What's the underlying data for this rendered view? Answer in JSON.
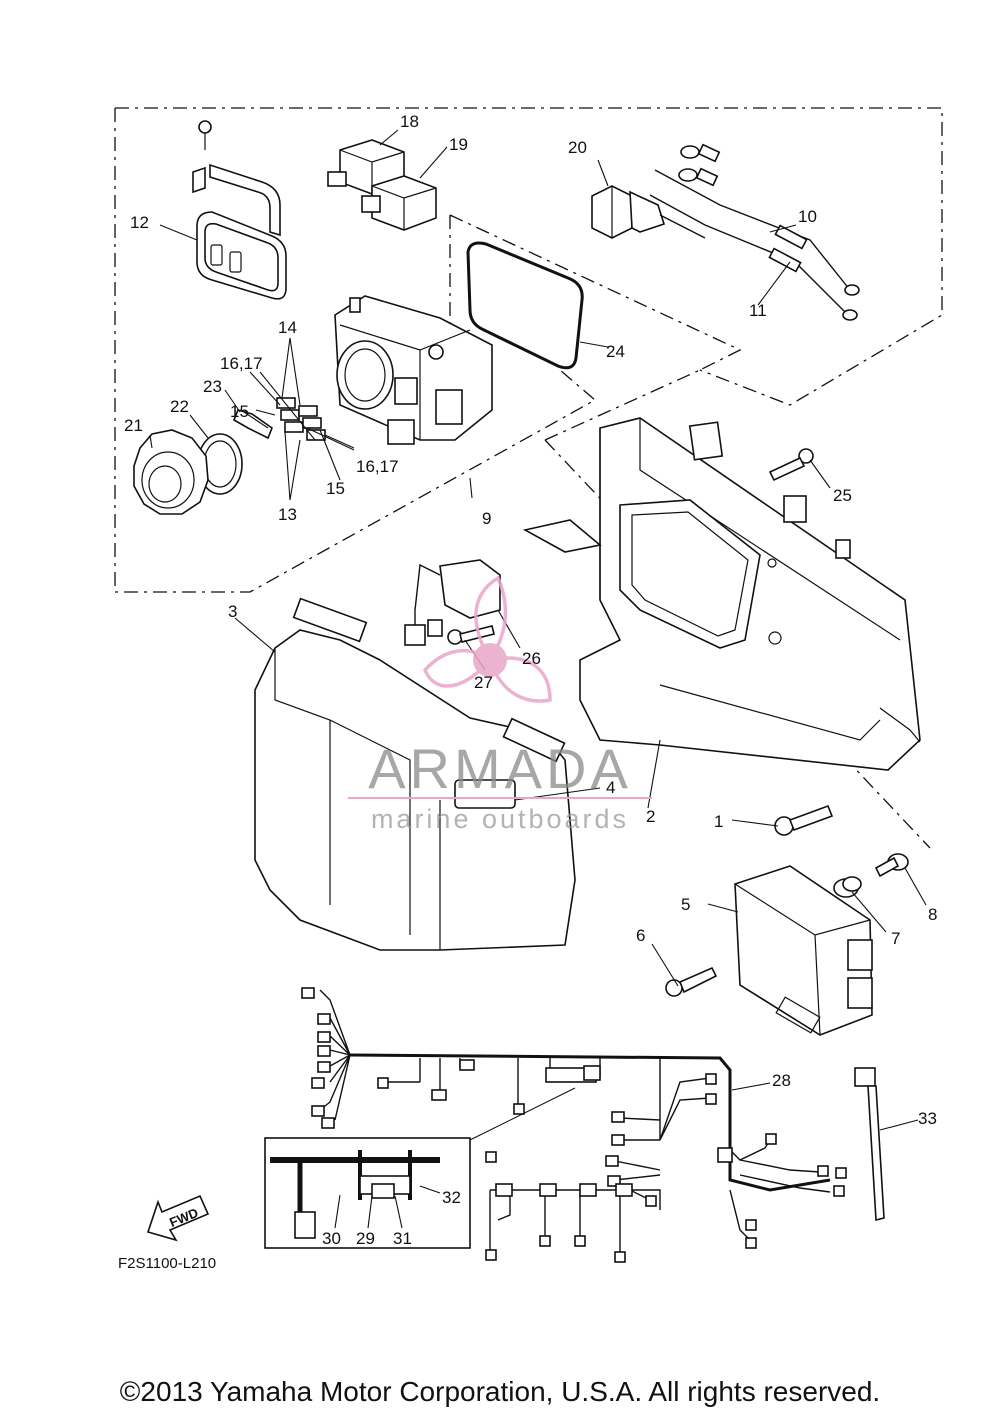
{
  "diagram": {
    "figure_code": "F2S1100-L210",
    "callouts": [
      "1",
      "2",
      "3",
      "4",
      "5",
      "6",
      "7",
      "8",
      "9",
      "10",
      "11",
      "12",
      "13",
      "13",
      "14",
      "15",
      "15",
      "16,17",
      "16,17",
      "18",
      "19",
      "20",
      "21",
      "22",
      "23",
      "24",
      "25",
      "26",
      "27",
      "28",
      "29",
      "30",
      "31",
      "32",
      "33"
    ],
    "fwd_label": "FWD"
  },
  "watermark": {
    "brand": "ARMADA",
    "tagline": "marine outboards",
    "color": "#e8a6c8"
  },
  "footer": {
    "copyright": "©2013 Yamaha Motor Corporation, U.S.A. All rights reserved."
  }
}
